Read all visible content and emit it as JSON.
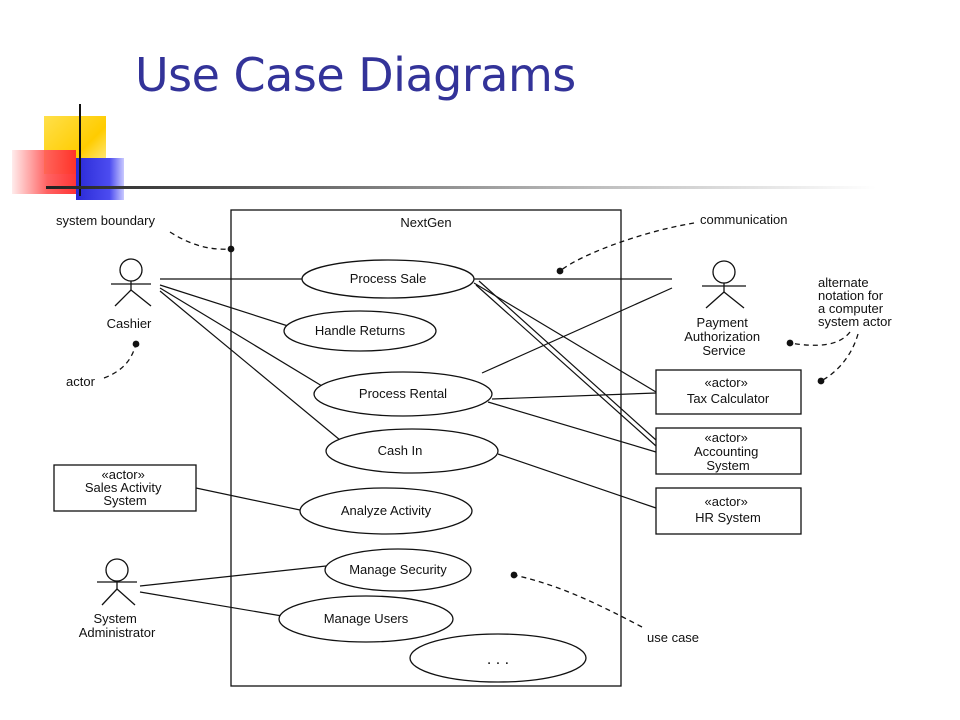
{
  "slide": {
    "title": "Use Case Diagrams"
  },
  "diagram": {
    "system_name": "NextGen",
    "actors": {
      "cashier": "Cashier",
      "sysadmin": [
        "System",
        "Administrator"
      ],
      "payment": [
        "Payment",
        "Authorization",
        "Service"
      ]
    },
    "system_actors": {
      "sales_activity": [
        "«actor»",
        "Sales Activity",
        "System"
      ],
      "tax_calculator": [
        "«actor»",
        "Tax Calculator"
      ],
      "accounting": [
        "«actor»",
        "Accounting",
        "System"
      ],
      "hr_system": [
        "«actor»",
        "HR System"
      ]
    },
    "use_cases": {
      "process_sale": "Process Sale",
      "handle_returns": "Handle Returns",
      "process_rental": "Process Rental",
      "cash_in": "Cash In",
      "analyze_activity": "Analyze Activity",
      "manage_security": "Manage Security",
      "manage_users": "Manage Users",
      "more": ". . ."
    },
    "annotations": {
      "system_boundary": "system boundary",
      "communication": "communication",
      "actor": "actor",
      "use_case": "use case",
      "alternate_notation": [
        "alternate",
        "notation for",
        "a computer",
        "system actor"
      ]
    }
  }
}
